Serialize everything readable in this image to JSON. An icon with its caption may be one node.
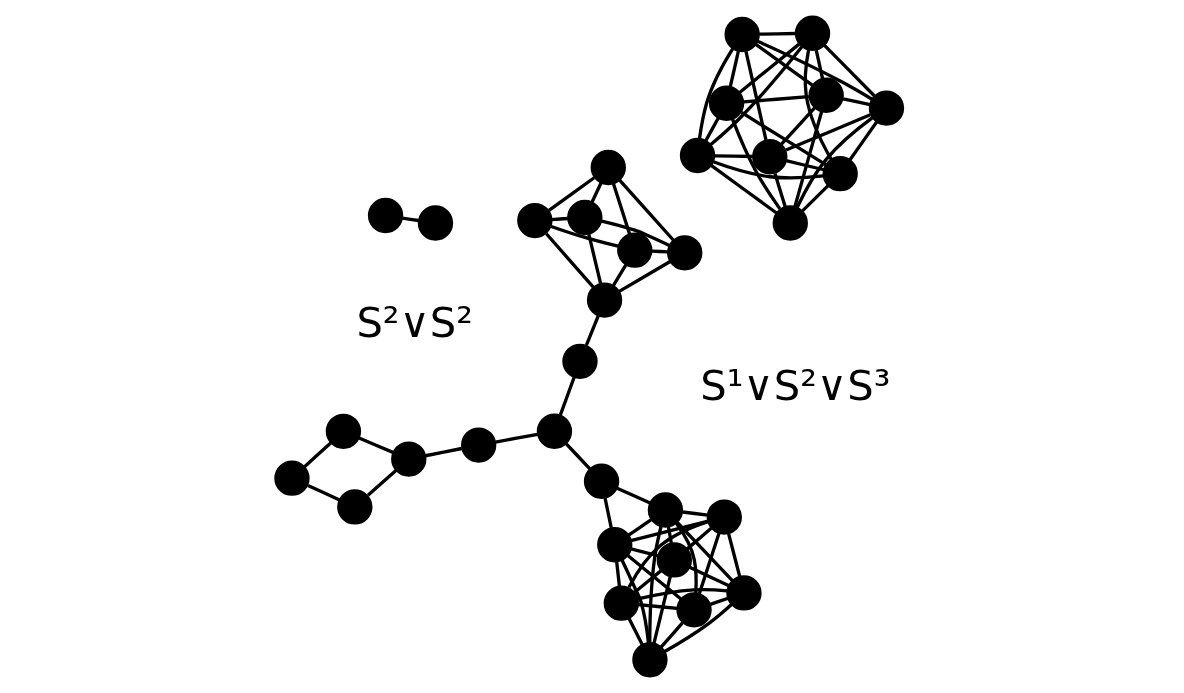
{
  "diagram": {
    "nodes": [
      {
        "text": [],
        "shape": "circle"
      },
      {
        "text": [],
        "shape": "circle"
      },
      {
        "text": [],
        "shape": "circle"
      },
      {
        "text": [],
        "shape": "circle"
      },
      {
        "text": [],
        "shape": "circle"
      },
      {
        "text": [],
        "shape": "circle"
      },
      {
        "text": [],
        "shape": "circle"
      },
      {
        "text": [],
        "shape": "circle"
      },
      {
        "text": [],
        "shape": "circle"
      },
      {
        "text": [],
        "shape": "circle"
      },
      {
        "text": [],
        "shape": "circle"
      },
      {
        "text": [],
        "shape": "circle"
      },
      {
        "text": [],
        "shape": "circle"
      },
      {
        "text": [],
        "shape": "circle"
      },
      {
        "text": [],
        "shape": "circle"
      },
      {
        "text": [],
        "shape": "circle"
      },
      {
        "text": [],
        "shape": "circle"
      },
      {
        "text": [],
        "shape": "circle"
      },
      {
        "text": [],
        "shape": "circle"
      },
      {
        "text": [],
        "shape": "circle"
      },
      {
        "text": [],
        "shape": "circle"
      },
      {
        "text": [],
        "shape": "circle"
      },
      {
        "text": [],
        "shape": "circle"
      },
      {
        "text": [],
        "shape": "circle"
      },
      {
        "text": [],
        "shape": "circle"
      },
      {
        "text": [],
        "shape": "circle"
      },
      {
        "text": [],
        "shape": "circle"
      },
      {
        "text": [],
        "shape": "circle"
      },
      {
        "text": [],
        "shape": "circle"
      },
      {
        "text": [],
        "shape": "circle"
      },
      {
        "text": [],
        "shape": "circle"
      },
      {
        "text": [],
        "shape": "circle"
      },
      {
        "text": [],
        "shape": "circle"
      }
    ],
    "edges": [
      {
        "from": 0,
        "to": 1,
        "arrow": "none"
      },
      {
        "from": 0,
        "to": 2,
        "arrow": "none"
      },
      {
        "from": 0,
        "to": 4,
        "arrow": "none"
      },
      {
        "from": 0,
        "to": 5,
        "arrow": "none"
      },
      {
        "from": 1,
        "to": 2,
        "arrow": "none"
      },
      {
        "from": 1,
        "to": 3,
        "arrow": "none"
      },
      {
        "from": 1,
        "to": 5,
        "arrow": "none"
      },
      {
        "from": 2,
        "to": 3,
        "arrow": "none"
      },
      {
        "from": 2,
        "to": 4,
        "arrow": "none"
      },
      {
        "from": 3,
        "to": 4,
        "arrow": "none"
      },
      {
        "from": 3,
        "to": 5,
        "arrow": "none"
      },
      {
        "from": 4,
        "to": 5,
        "arrow": "none"
      },
      {
        "from": 6,
        "to": 7,
        "arrow": "none"
      },
      {
        "from": 6,
        "to": 8,
        "arrow": "none"
      },
      {
        "from": 6,
        "to": 9,
        "arrow": "none"
      },
      {
        "from": 6,
        "to": 11,
        "arrow": "none"
      },
      {
        "from": 6,
        "to": 12,
        "arrow": "none"
      },
      {
        "from": 6,
        "to": 13,
        "arrow": "none"
      },
      {
        "from": 7,
        "to": 8,
        "arrow": "none"
      },
      {
        "from": 7,
        "to": 9,
        "arrow": "none"
      },
      {
        "from": 7,
        "to": 10,
        "arrow": "none"
      },
      {
        "from": 7,
        "to": 12,
        "arrow": "none"
      },
      {
        "from": 7,
        "to": 13,
        "arrow": "none"
      },
      {
        "from": 8,
        "to": 9,
        "arrow": "none"
      },
      {
        "from": 8,
        "to": 10,
        "arrow": "none"
      },
      {
        "from": 8,
        "to": 11,
        "arrow": "none"
      },
      {
        "from": 8,
        "to": 13,
        "arrow": "none"
      },
      {
        "from": 9,
        "to": 10,
        "arrow": "none"
      },
      {
        "from": 9,
        "to": 11,
        "arrow": "none"
      },
      {
        "from": 9,
        "to": 12,
        "arrow": "none"
      },
      {
        "from": 10,
        "to": 11,
        "arrow": "none"
      },
      {
        "from": 10,
        "to": 12,
        "arrow": "none"
      },
      {
        "from": 10,
        "to": 13,
        "arrow": "none"
      },
      {
        "from": 11,
        "to": 12,
        "arrow": "none"
      },
      {
        "from": 11,
        "to": 13,
        "arrow": "none"
      },
      {
        "from": 12,
        "to": 13,
        "arrow": "none"
      },
      {
        "from": 2,
        "to": 14,
        "arrow": "none"
      },
      {
        "from": 14,
        "to": 15,
        "arrow": "none"
      },
      {
        "from": 15,
        "to": 16,
        "arrow": "none"
      },
      {
        "from": 16,
        "to": 12,
        "arrow": "none"
      },
      {
        "from": 16,
        "to": 11,
        "arrow": "none"
      },
      {
        "from": 15,
        "to": 17,
        "arrow": "none"
      },
      {
        "from": 17,
        "to": 18,
        "arrow": "none"
      },
      {
        "from": 18,
        "to": 19,
        "arrow": "none"
      },
      {
        "from": 18,
        "to": 20,
        "arrow": "none"
      },
      {
        "from": 19,
        "to": 21,
        "arrow": "none"
      },
      {
        "from": 20,
        "to": 21,
        "arrow": "none"
      },
      {
        "from": 22,
        "to": 23,
        "arrow": "none"
      },
      {
        "from": 24,
        "to": 25,
        "arrow": "none"
      },
      {
        "from": 24,
        "to": 26,
        "arrow": "none"
      },
      {
        "from": 24,
        "to": 27,
        "arrow": "none"
      },
      {
        "from": 25,
        "to": 26,
        "arrow": "none"
      },
      {
        "from": 25,
        "to": 27,
        "arrow": "none"
      },
      {
        "from": 25,
        "to": 28,
        "arrow": "none"
      },
      {
        "from": 26,
        "to": 27,
        "arrow": "none"
      },
      {
        "from": 26,
        "to": 28,
        "arrow": "none"
      },
      {
        "from": 26,
        "to": 29,
        "arrow": "none"
      },
      {
        "from": 27,
        "to": 28,
        "arrow": "none"
      },
      {
        "from": 27,
        "to": 29,
        "arrow": "none"
      },
      {
        "from": 27,
        "to": 30,
        "arrow": "none"
      },
      {
        "from": 28,
        "to": 29,
        "arrow": "none"
      },
      {
        "from": 28,
        "to": 30,
        "arrow": "none"
      },
      {
        "from": 28,
        "to": 31,
        "arrow": "none"
      },
      {
        "from": 29,
        "to": 30,
        "arrow": "none"
      },
      {
        "from": 29,
        "to": 31,
        "arrow": "none"
      },
      {
        "from": 29,
        "to": 32,
        "arrow": "none"
      },
      {
        "from": 30,
        "to": 31,
        "arrow": "none"
      },
      {
        "from": 30,
        "to": 32,
        "arrow": "none"
      },
      {
        "from": 30,
        "to": 24,
        "arrow": "none"
      },
      {
        "from": 31,
        "to": 32,
        "arrow": "none"
      },
      {
        "from": 31,
        "to": 24,
        "arrow": "none"
      },
      {
        "from": 31,
        "to": 25,
        "arrow": "none"
      },
      {
        "from": 32,
        "to": 24,
        "arrow": "none"
      },
      {
        "from": 32,
        "to": 25,
        "arrow": "none"
      },
      {
        "from": 32,
        "to": 26,
        "arrow": "none"
      }
    ],
    "labels": [
      "S²∨S²",
      "S¹∨S²∨S³"
    ]
  }
}
